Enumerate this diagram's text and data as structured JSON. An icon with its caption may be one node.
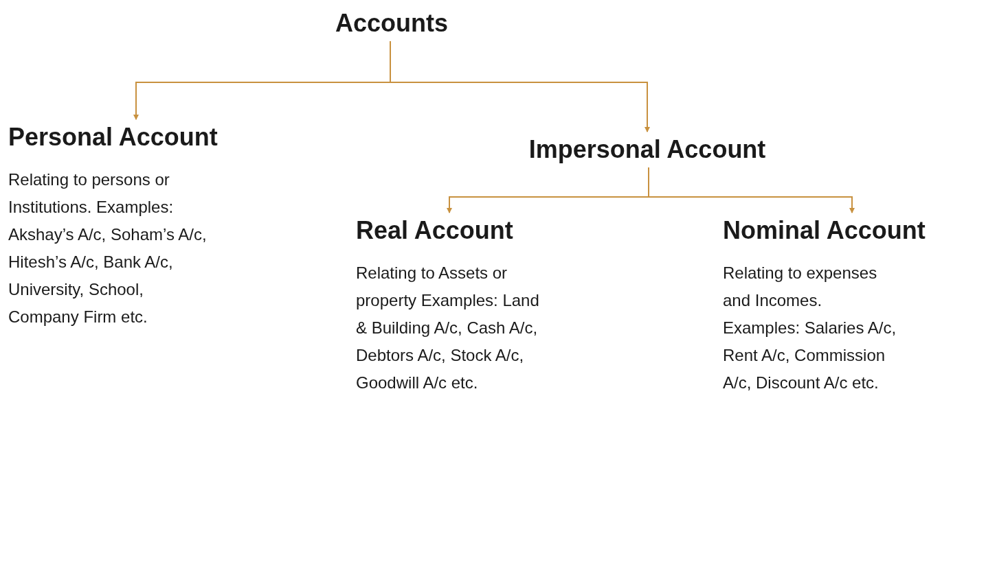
{
  "diagram": {
    "nodes": [
      {
        "text": [
          "Accounts"
        ]
      },
      {
        "text": [
          "Personal Account",
          "Relating to persons or Institutions. Examples: Akshay’s A/c, Soham’s A/c, Hitesh’s A/c, Bank A/c, University, School, Company Firm etc."
        ]
      },
      {
        "text": [
          "Impersonal Account"
        ]
      },
      {
        "text": [
          "Real Account",
          "Relating to Assets or property Examples: Land & Building A/c, Cash A/c, Debtors A/c, Stock A/c, Goodwill A/c etc."
        ]
      },
      {
        "text": [
          "Nominal Account",
          "Relating to expenses and Incomes. Examples: Salaries A/c, Rent A/c, Commission A/c, Discount A/c etc."
        ]
      }
    ],
    "edges": [
      {
        "from": 0,
        "to": 1,
        "arrow": "to"
      },
      {
        "from": 0,
        "to": 2,
        "arrow": "to"
      },
      {
        "from": 2,
        "to": 3,
        "arrow": "to"
      },
      {
        "from": 2,
        "to": 4,
        "arrow": "to"
      }
    ]
  }
}
